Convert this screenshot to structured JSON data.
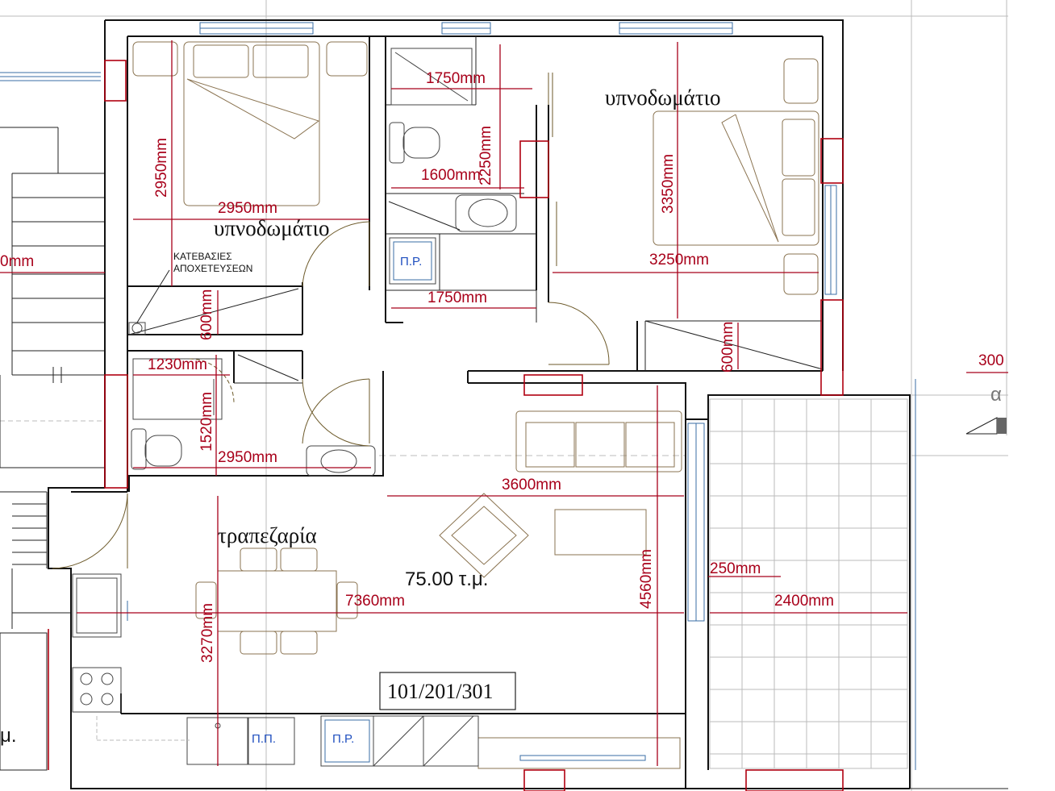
{
  "rooms": {
    "bedroom_left": "υπνοδωμάτιο",
    "bedroom_right": "υπνοδωμάτιο",
    "dining": "τραπεζαρία"
  },
  "area": "75.00 τ.μ.",
  "unit_id": "101/201/301",
  "notes": {
    "drain_line1": "ΚΑΤΕΒΑΣΙΕΣ",
    "drain_line2": "ΑΠΟΧΕΤΕΥΣΕΩΝ",
    "pr_bath": "Π.Ρ.",
    "pp_kitchen": "Π.Π.",
    "pr_kitchen": "Π.Ρ."
  },
  "side_labels": {
    "right_number": "300",
    "right_letter": "α",
    "left_edge": "0mm",
    "bottom_left": "μ."
  },
  "dimensions": {
    "bed_left_height": "2950mm",
    "bed_left_width": "2950mm",
    "bath_top_width": "1750mm",
    "bath_top_height": "2250mm",
    "bath_mid_width": "1600mm",
    "bed_right_height": "3350mm",
    "bed_right_width": "3250mm",
    "bath_bottom_width": "1750mm",
    "closet_left": "600mm",
    "closet_right": "600mm",
    "wc_width": "1230mm",
    "wc_height": "1520mm",
    "wc_length": "2950mm",
    "living_width": "3600mm",
    "dining_height": "3270mm",
    "total_length": "7360mm",
    "living_height": "4560mm",
    "balcony_offset": "250mm",
    "balcony_width": "2400mm"
  }
}
